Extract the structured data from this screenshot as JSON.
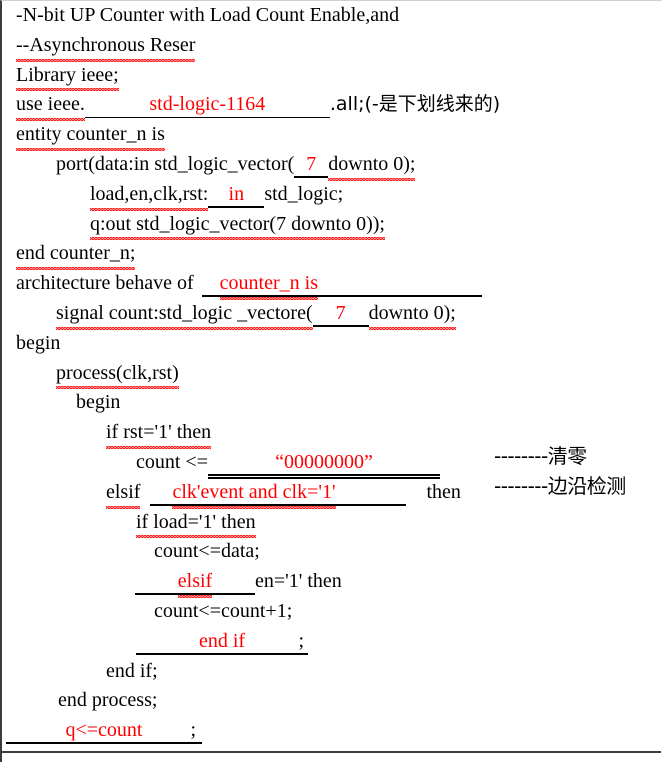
{
  "document": {
    "type": "vhdl-worksheet",
    "colors": {
      "answer_text": "#ff0000",
      "body_text": "#000000",
      "spellcheck_squiggle": "#ff2020",
      "page_background": "#ffffff",
      "border": "#3c3c3c"
    },
    "lines": [
      {
        "id": "comment-title",
        "indent": 0,
        "text": "-N-bit UP Counter with Load Count Enable,and"
      },
      {
        "id": "comment-async",
        "indent": 0,
        "text": "--Asynchronous Reser"
      },
      {
        "id": "library-decl",
        "indent": 0,
        "text": "Library ieee;"
      },
      {
        "id": "use-clause",
        "indent": 0,
        "prefix": "use ieee.",
        "blank_answer": "std-logic-1164",
        "suffix": ".all;(-是下划线来的)"
      },
      {
        "id": "entity-decl",
        "indent": 0,
        "text": "entity counter_n is"
      },
      {
        "id": "port-data",
        "indent": 1,
        "prefix": "port(data:in std_logic_vector(",
        "blank_answer": "7",
        "suffix": "downto 0);"
      },
      {
        "id": "port-control",
        "indent": 2,
        "prefix": "load,en,clk,rst:",
        "blank_answer": "in",
        "suffix": "std_logic;"
      },
      {
        "id": "port-q",
        "indent": 2,
        "text": "q:out std_logic_vector(7 downto 0));"
      },
      {
        "id": "entity-end",
        "indent": 0,
        "text": "end counter_n;"
      },
      {
        "id": "architecture-decl",
        "indent": 0,
        "prefix": "architecture behave of",
        "blank_answer": "counter_n   is",
        "suffix": ""
      },
      {
        "id": "signal-count",
        "indent": 1,
        "prefix": "signal count:std_logic _vectore(",
        "blank_answer": "7",
        "suffix": "downto 0);"
      },
      {
        "id": "arch-begin",
        "indent": 0,
        "text": "begin"
      },
      {
        "id": "process-sensitivity",
        "indent": 1,
        "text": "process(clk,rst)"
      },
      {
        "id": "process-begin",
        "indent": 1,
        "text": "begin"
      },
      {
        "id": "if-rst",
        "indent": 2,
        "text": "if rst='1' then"
      },
      {
        "id": "count-clear",
        "indent": 3,
        "prefix": "count <=",
        "blank_answer": "“00000000”",
        "suffix": "",
        "annotation": "--------清零"
      },
      {
        "id": "elsif-clk-event",
        "indent": 2,
        "prefix": "elsif",
        "blank_answer": "clk'event and clk='1'",
        "suffix": "then",
        "annotation": "--------边沿检测"
      },
      {
        "id": "if-load",
        "indent": 3,
        "text": "if load='1' then"
      },
      {
        "id": "count-load-data",
        "indent": 4,
        "text": "count<=data;"
      },
      {
        "id": "elsif-en",
        "indent": 3,
        "prefix": "",
        "blank_answer": "elsif",
        "suffix": "en='1' then"
      },
      {
        "id": "count-increment",
        "indent": 4,
        "text": "count<=count+1;"
      },
      {
        "id": "inner-end-if",
        "indent": 3,
        "prefix": "",
        "blank_answer": "end   if",
        "suffix": ";"
      },
      {
        "id": "outer-end-if",
        "indent": 2,
        "text": "end if;"
      },
      {
        "id": "end-process",
        "indent": 1,
        "text": "end process;"
      },
      {
        "id": "q-assign",
        "indent": 0,
        "prefix": "",
        "blank_answer": "q<=count",
        "suffix": ";"
      }
    ]
  }
}
